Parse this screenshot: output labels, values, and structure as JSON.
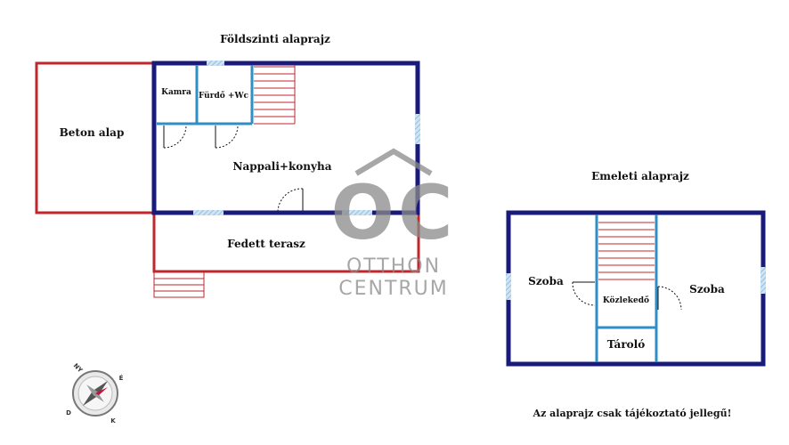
{
  "ground_floor": {
    "title": "Földszinti alaprajz",
    "rooms": {
      "beton_alap": "Beton alap",
      "kamra": "Kamra",
      "furdo": "Fürdő +Wc",
      "nappali": "Nappali+konyha",
      "terasz": "Fedett terasz"
    }
  },
  "upper_floor": {
    "title": "Emeleti alaprajz",
    "rooms": {
      "szoba_left": "Szoba",
      "kozlekedo": "Közlekedő",
      "szoba_right": "Szoba",
      "tarolo": "Tároló"
    }
  },
  "watermark": {
    "logo": "OC",
    "line1": "OTTHON",
    "line2": "CENTRUM"
  },
  "compass": {
    "n": "NY",
    "e": "É",
    "s": "D",
    "w": "K"
  },
  "disclaimer": "Az alaprajz csak tájékoztató jellegű!",
  "colors": {
    "outer_wall": "#1a1a7a",
    "inner_wall": "#2f8fc4",
    "outbuilding": "#c0272d",
    "stairs": "#c0272d",
    "window": "#9fc8e6",
    "watermark": "#8a8a8a"
  }
}
